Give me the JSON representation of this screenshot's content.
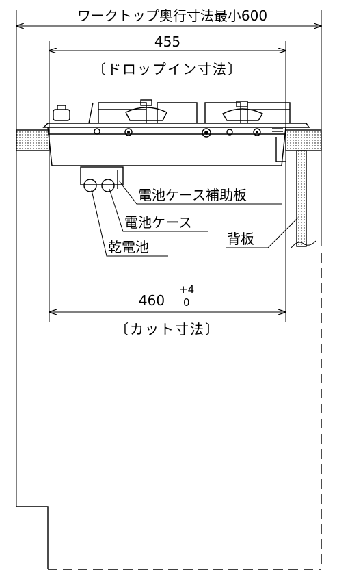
{
  "dimensions": {
    "worktop_depth_min": "ワークトップ奥行寸法最小600",
    "dropin_width": "455",
    "dropin_label": "〔ドロップイン寸法〕",
    "cut_width": "460",
    "cut_tol_upper": "+4",
    "cut_tol_lower": "0",
    "cut_label": "〔カット寸法〕"
  },
  "callouts": {
    "battery_case_plate": "電池ケース補助板",
    "battery_case": "電池ケース",
    "dry_battery": "乾電池",
    "back_panel": "背板"
  }
}
